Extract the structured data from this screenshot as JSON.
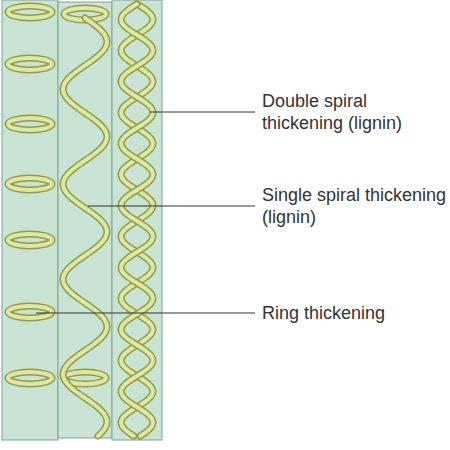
{
  "diagram": {
    "labels": [
      "Double spiral thickening (lignin)",
      "Single spiral thickening (lignin)",
      "Ring thickening"
    ]
  }
}
